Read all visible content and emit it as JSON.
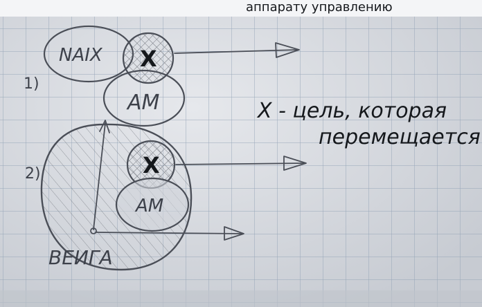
{
  "top_text": "аппарату управлению",
  "diagram1": {
    "number": "1)",
    "left_circle_label": "NAIX",
    "x_label": "X",
    "bottom_circle_label": "AM"
  },
  "diagram2": {
    "number": "2)",
    "x_label": "X",
    "inner_circle_label": "AM",
    "big_circle_label": "ВЕИГА"
  },
  "note": {
    "line1": "X - цель, которая",
    "line2": "перемещается"
  }
}
